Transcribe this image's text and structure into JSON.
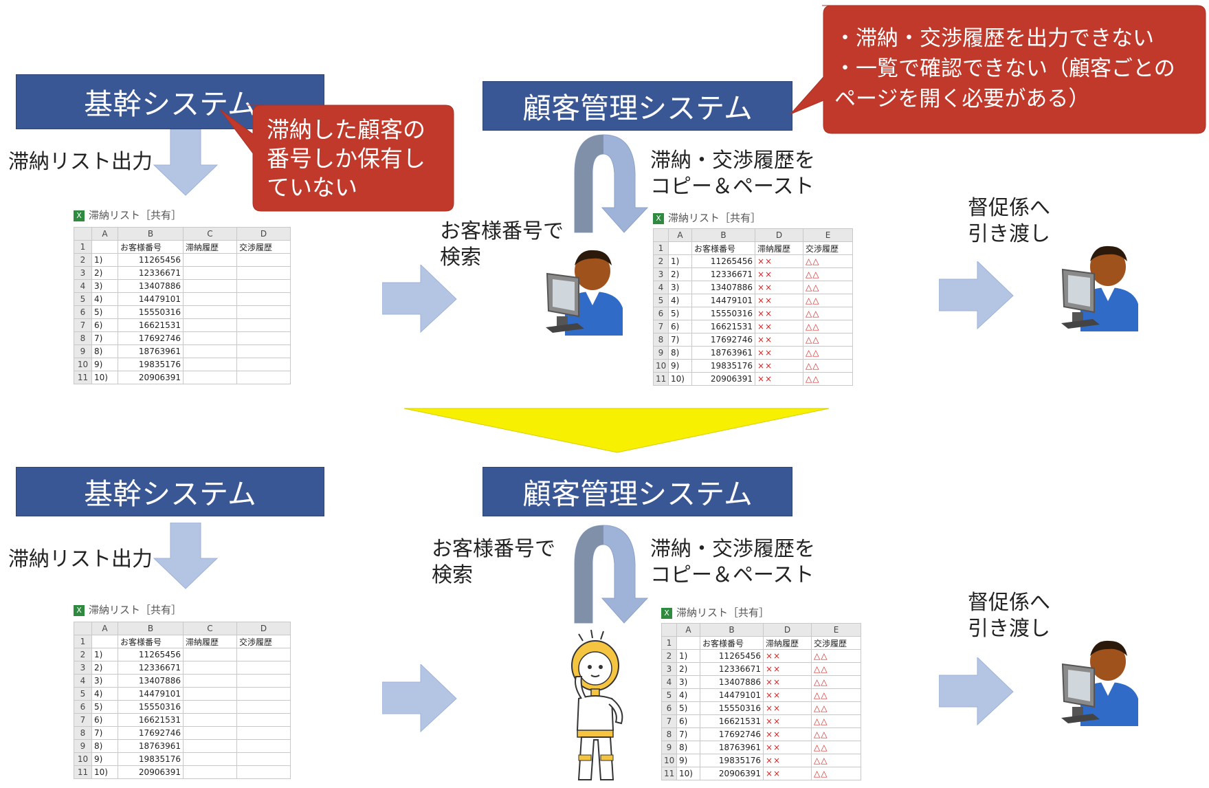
{
  "top": {
    "core_system": "基幹システム",
    "crm_system": "顧客管理システム",
    "output_label": "滞納リスト出力",
    "callout_core": [
      "滞納した顧客の",
      "番号しか保有し",
      "ていない"
    ],
    "callout_crm": [
      "・滞納・交渉履歴を出力できない",
      "・一覧で確認できない（顧客ごとの",
      "ページを開く必要がある）"
    ],
    "search_label": [
      "お客様番号で",
      "検索"
    ],
    "copy_label": [
      "滞納・交渉履歴を",
      "コピー＆ペースト"
    ],
    "handover_label": [
      "督促係へ",
      "引き渡し"
    ]
  },
  "bottom": {
    "core_system": "基幹システム",
    "crm_system": "顧客管理システム",
    "output_label": "滞納リスト出力",
    "search_label": [
      "お客様番号で",
      "検索"
    ],
    "copy_label": [
      "滞納・交渉履歴を",
      "コピー＆ペースト"
    ],
    "handover_label": [
      "督促係へ",
      "引き渡し"
    ]
  },
  "sheet": {
    "title": "滞納リスト［共有］",
    "columns": [
      "",
      "A",
      "B",
      "C",
      "D"
    ],
    "columns_filled": [
      "",
      "A",
      "B",
      "D",
      "E"
    ],
    "header_row": [
      "1",
      "",
      "お客様番号",
      "滞納履歴",
      "交渉履歴"
    ],
    "rows": [
      {
        "n": "2",
        "a": "1)",
        "b": "11265456"
      },
      {
        "n": "3",
        "a": "2)",
        "b": "12336671"
      },
      {
        "n": "4",
        "a": "3)",
        "b": "13407886"
      },
      {
        "n": "5",
        "a": "4)",
        "b": "14479101"
      },
      {
        "n": "6",
        "a": "5)",
        "b": "15550316"
      },
      {
        "n": "7",
        "a": "6)",
        "b": "16621531"
      },
      {
        "n": "8",
        "a": "7)",
        "b": "17692746"
      },
      {
        "n": "9",
        "a": "8)",
        "b": "18763961"
      },
      {
        "n": "10",
        "a": "9)",
        "b": "19835176"
      },
      {
        "n": "11",
        "a": "10)",
        "b": "20906391"
      }
    ],
    "mark_x": "××",
    "mark_t": "△△"
  },
  "colors": {
    "system_box": "#3a5795",
    "callout": "#c0392b",
    "arrow": "#b4c5e4",
    "transition": "#f7f000"
  }
}
